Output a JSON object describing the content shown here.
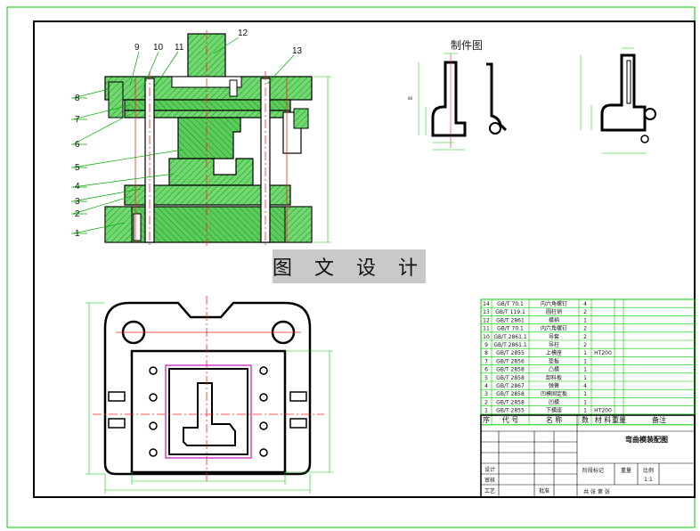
{
  "watermark": "图 文 设 计",
  "part_drawing_title": "制件图",
  "callouts": [
    "1",
    "2",
    "3",
    "4",
    "5",
    "6",
    "7",
    "8",
    "9",
    "10",
    "11",
    "12",
    "13"
  ],
  "bom_rows": [
    {
      "no": "14",
      "code": "GB/T 70.1",
      "name": "内六角螺钉",
      "qty": "4",
      "material": ""
    },
    {
      "no": "13",
      "code": "GB/T 119.1",
      "name": "圆柱销",
      "qty": "2",
      "material": ""
    },
    {
      "no": "12",
      "code": "GB/T 2861",
      "name": "模柄",
      "qty": "1",
      "material": ""
    },
    {
      "no": "11",
      "code": "GB/T 70.1",
      "name": "内六角螺钉",
      "qty": "2",
      "material": ""
    },
    {
      "no": "10",
      "code": "GB/T 2861.1",
      "name": "导套",
      "qty": "2",
      "material": ""
    },
    {
      "no": "9",
      "code": "GB/T 2861.1",
      "name": "导柱",
      "qty": "2",
      "material": ""
    },
    {
      "no": "8",
      "code": "GB/T 2855",
      "name": "上模座",
      "qty": "1",
      "material": "HT200"
    },
    {
      "no": "7",
      "code": "GB/T 2856",
      "name": "垫板",
      "qty": "1",
      "material": ""
    },
    {
      "no": "6",
      "code": "GB/T 2858",
      "name": "凸模",
      "qty": "1",
      "material": ""
    },
    {
      "no": "5",
      "code": "GB/T 2858",
      "name": "卸料板",
      "qty": "1",
      "material": ""
    },
    {
      "no": "4",
      "code": "GB/T 2867",
      "name": "弹簧",
      "qty": "4",
      "material": ""
    },
    {
      "no": "3",
      "code": "GB/T 2858",
      "name": "凹模固定板",
      "qty": "1",
      "material": ""
    },
    {
      "no": "2",
      "code": "GB/T 2858",
      "name": "凹模",
      "qty": "1",
      "material": ""
    },
    {
      "no": "1",
      "code": "GB/T 2855",
      "name": "下模座",
      "qty": "1",
      "material": "HT200"
    }
  ],
  "bom_header": {
    "no": "序",
    "code": "代 号",
    "name": "名 称",
    "qty": "数",
    "material": "材 料",
    "weight": "重量",
    "remark": "备注"
  },
  "title_block": {
    "drawing_name": "弯曲模装配图",
    "scale_label": "比例",
    "scale": "1:1",
    "stage_label": "阶段标记",
    "weight_label": "重量",
    "sheet_label": "共 张 第 张",
    "designer_label": "设计",
    "checker_label": "审核",
    "process_label": "工艺",
    "approve_label": "批准"
  },
  "colors": {
    "frame": "#00cc00",
    "hatch_fill": "#66d466",
    "center_line": "#ff2020",
    "outline": "#000000",
    "magenta": "#cc44cc"
  }
}
